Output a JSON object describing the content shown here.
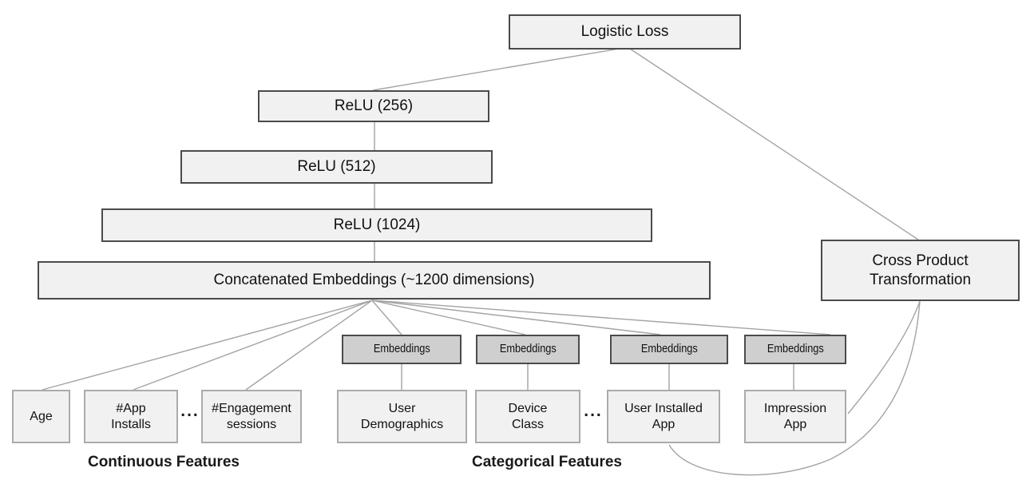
{
  "diagram": {
    "nodes": {
      "logistic_loss": "Logistic Loss",
      "relu_256": "ReLU (256)",
      "relu_512": "ReLU (512)",
      "relu_1024": "ReLU (1024)",
      "concatenated_embeddings": "Concatenated Embeddings (~1200 dimensions)",
      "cross_product": "Cross Product Transformation",
      "embeddings": {
        "e1": "Embeddings",
        "e2": "Embeddings",
        "e3": "Embeddings",
        "e4": "Embeddings"
      }
    },
    "features": {
      "continuous": {
        "age": "Age",
        "app_installs": "#App Installs",
        "engagement_sessions": "#Engagement sessions"
      },
      "categorical": {
        "user_demographics": "User Demographics",
        "device_class": "Device Class",
        "user_installed_app": "User Installed App",
        "impression_app": "Impression App"
      }
    },
    "separators": {
      "continuous_ellipsis": "...",
      "categorical_ellipsis": "..."
    },
    "group_labels": {
      "continuous": "Continuous Features",
      "categorical": "Categorical Features"
    },
    "colors": {
      "box_fill": "#f1f1f2",
      "embedding_fill": "#cfcfd0",
      "border_dark": "#4b4b4b",
      "border_light": "#ababab",
      "edge": "#a3a3a3",
      "text": "#111111",
      "background": "#ffffff"
    }
  }
}
